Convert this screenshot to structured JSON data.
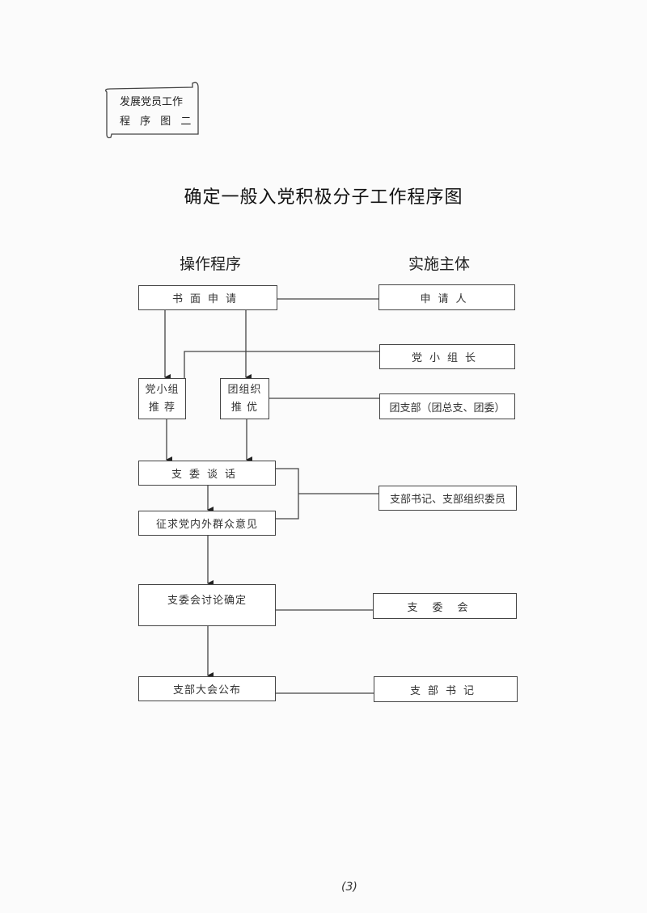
{
  "banner": {
    "line1": "发展党员工作",
    "line2": "程 序 图  二"
  },
  "title": "确定一般入党积极分子工作程序图",
  "headers": {
    "left": "操作程序",
    "right": "实施主体"
  },
  "procedure": {
    "written_application": "书面申请",
    "party_group_recommend": {
      "line1": "党小组",
      "line2": "推  荐"
    },
    "youth_league_recommend": {
      "line1": "团组织",
      "line2": "推  优"
    },
    "committee_talk": "支委谈话",
    "solicit_opinions": "征求党内外群众意见",
    "committee_decide": "支委会讨论确定",
    "branch_announce": "支部大会公布"
  },
  "actors": {
    "applicant": "申请人",
    "party_group_leader": "党小组长",
    "youth_league_branch": "团支部（团总支、团委）",
    "secretaries": "支部书记、支部组织委员",
    "branch_committee": "支委会",
    "branch_secretary": "支部书记"
  },
  "page_number": "(3)"
}
